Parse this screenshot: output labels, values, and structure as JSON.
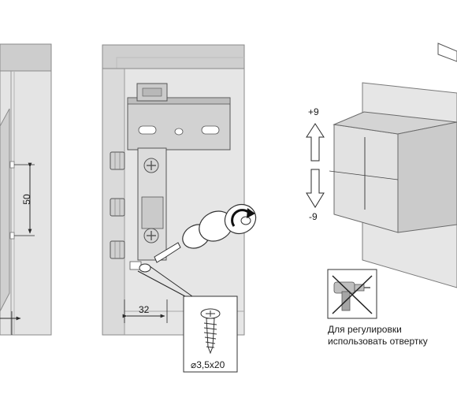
{
  "dimensions": {
    "height_label": "50",
    "depth_label": "32"
  },
  "screw": {
    "spec": "⌀3,5x20"
  },
  "adjustment": {
    "up_label": "+9",
    "down_label": "-9"
  },
  "note": {
    "line1": "Для регулировки",
    "line2": "использовать отвертку"
  },
  "icons": {
    "left_panel": "side-panel-dimension-view",
    "middle_panel": "hanger-mount-view",
    "screwdriver": "screwdriver-icon",
    "rotate_arrow": "rotate-arrow-icon",
    "screw": "screw-icon",
    "up_arrow": "arrow-up-icon",
    "down_arrow": "arrow-down-icon",
    "cabinet": "cabinet-box-icon",
    "no_drill": "no-power-drill-icon"
  },
  "colors": {
    "panel_fill": "#e3e3e3",
    "panel_dark": "#cfcfcf",
    "metal": "#d4d4d4",
    "line": "#2a2a2a"
  }
}
